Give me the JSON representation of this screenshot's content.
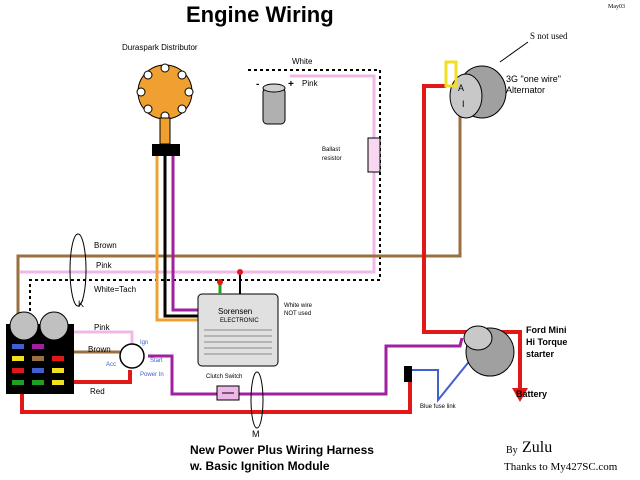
{
  "title": "Engine Wiring",
  "date_code": "May03",
  "labels": {
    "distributor": "Duraspark Distributor",
    "white_top": "White",
    "pink_top": "Pink",
    "coil_minus": "-",
    "coil_plus": "+",
    "ballast": "Ballast\nresistor",
    "s_not_used": "S  not used",
    "alternator_terminal_a": "A",
    "alternator_terminal_i": "I",
    "alternator": "3G \"one wire\"\nAlternator",
    "brown": "Brown",
    "pink_mid": "Pink",
    "white_tach": "White=Tach",
    "k_marker": "K",
    "sorensen": "Sorensen",
    "sorensen_sub": "ELECTRONIC",
    "white_wire_not_used": "White wire\nNOT used",
    "starter": "Ford Mini\nHi Torque\nstarter",
    "pink_left": "Pink",
    "brown_left": "Brown",
    "red_left": "Red",
    "switch_ign": "Ign",
    "switch_start": "Start",
    "switch_power_in": "Power In",
    "switch_acc": "Acc",
    "clutch_switch": "Clutch Switch",
    "m_marker": "M",
    "blue_fuse_link": "Blue fuse link",
    "battery": "Battery",
    "harness_line1": "New Power Plus Wiring Harness",
    "harness_line2": "w. Basic Ignition Module",
    "by": "By",
    "author": "Zulu",
    "thanks": "Thanks to My427SC.com"
  },
  "colors": {
    "red": "#e01818",
    "pink": "#f0b8e8",
    "purple": "#a020a0",
    "brown": "#9a7040",
    "orange": "#f0a030",
    "yellow": "#f0e020",
    "blue": "#4060d0"
  }
}
